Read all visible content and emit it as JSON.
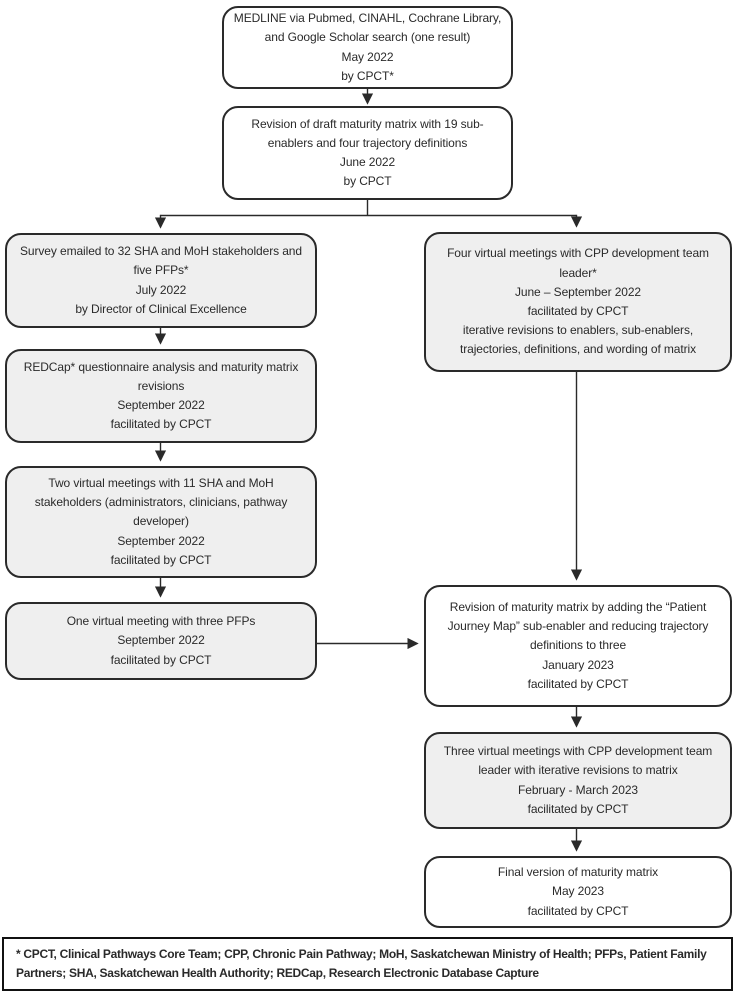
{
  "colors": {
    "line": "#2a2a2a",
    "box-gray": "#efefef",
    "box-white": "#ffffff",
    "text": "#2a2a2a"
  },
  "boxes": {
    "search": {
      "fill": "white",
      "lines": [
        "MEDLINE via Pubmed, CINAHL, Cochrane Library,",
        "and Google Scholar search (one result)",
        "May 2022",
        "by CPCT*"
      ]
    },
    "draft_revision": {
      "fill": "white",
      "lines": [
        "Revision of draft maturity matrix with 19 sub-",
        "enablers and four trajectory definitions",
        "June 2022",
        "by CPCT"
      ]
    },
    "survey": {
      "fill": "gray",
      "lines": [
        "Survey emailed to 32 SHA and MoH stakeholders and",
        "five PFPs*",
        "July 2022",
        "by Director of Clinical Excellence"
      ]
    },
    "redcap": {
      "fill": "gray",
      "lines": [
        "REDCap* questionnaire analysis and maturity matrix",
        "revisions",
        "September 2022",
        "facilitated by CPCT"
      ]
    },
    "two_meetings": {
      "fill": "gray",
      "lines": [
        "Two virtual meetings with 11 SHA and MoH",
        "stakeholders (administrators, clinicians, pathway",
        "developer)",
        "September 2022",
        "facilitated by CPCT"
      ]
    },
    "one_meeting": {
      "fill": "gray",
      "lines": [
        "One virtual meeting with three PFPs",
        "September 2022",
        "facilitated by CPCT"
      ]
    },
    "four_meetings": {
      "fill": "gray",
      "lines": [
        "Four virtual meetings with CPP development team",
        "leader*",
        "June – September 2022",
        "facilitated by CPCT",
        "iterative revisions to enablers, sub-enablers,",
        "trajectories, definitions, and wording of matrix"
      ]
    },
    "matrix_revision": {
      "fill": "white",
      "lines": [
        "Revision of maturity matrix by adding the “Patient",
        "Journey Map” sub-enabler and reducing trajectory",
        "definitions to three",
        "January 2023",
        "facilitated by CPCT"
      ]
    },
    "three_meetings": {
      "fill": "gray",
      "lines": [
        "Three virtual meetings with CPP development team",
        "leader with iterative revisions to matrix",
        "February - March 2023",
        "facilitated by CPCT"
      ]
    },
    "final_version": {
      "fill": "white",
      "lines": [
        "Final version of maturity matrix",
        "May 2023",
        "facilitated by CPCT"
      ]
    }
  },
  "footnote": {
    "lines": [
      "* CPCT, Clinical Pathways Core Team; CPP, Chronic Pain Pathway; MoH, Saskatchewan Ministry of Health; PFPs, Patient Family",
      "Partners; SHA, Saskatchewan Health Authority; REDCap, Research Electronic Database Capture"
    ]
  }
}
